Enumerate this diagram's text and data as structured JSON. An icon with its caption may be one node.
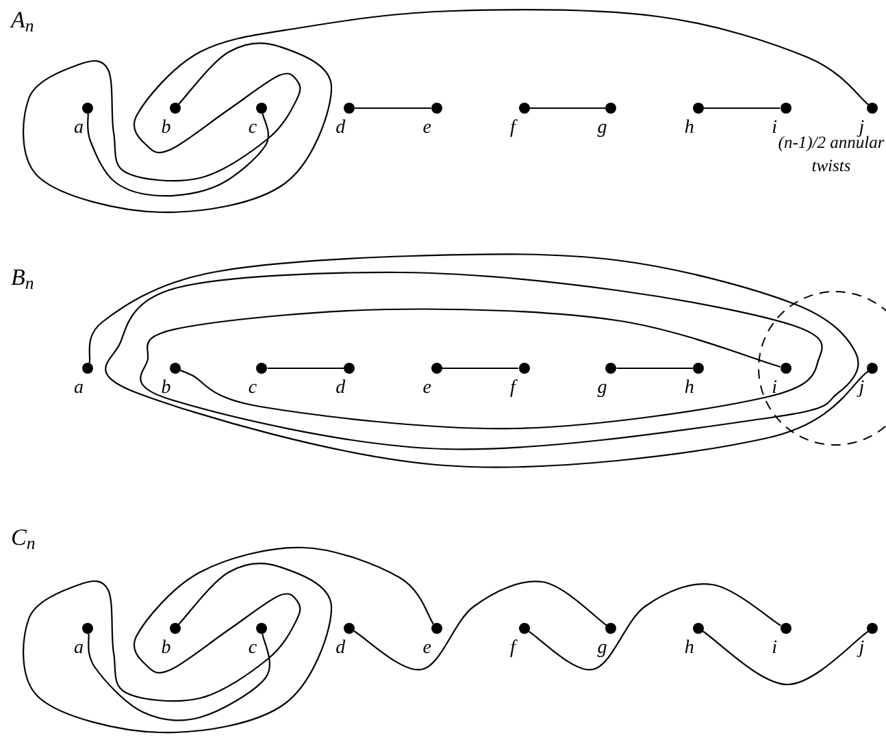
{
  "diagram": {
    "nodes": [
      {
        "text": [],
        "shape": "circle",
        "beside": [
          "a"
        ]
      },
      {
        "text": [],
        "shape": "circle",
        "beside": [
          "b"
        ]
      },
      {
        "text": [],
        "shape": "circle",
        "beside": [
          "c"
        ]
      },
      {
        "text": [],
        "shape": "circle",
        "beside": [
          "d"
        ]
      },
      {
        "text": [],
        "shape": "circle",
        "beside": [
          "e"
        ]
      },
      {
        "text": [],
        "shape": "circle",
        "beside": [
          "f"
        ]
      },
      {
        "text": [],
        "shape": "circle",
        "beside": [
          "g"
        ]
      },
      {
        "text": [],
        "shape": "circle",
        "beside": [
          "h"
        ]
      },
      {
        "text": [],
        "shape": "circle",
        "beside": [
          "i"
        ]
      },
      {
        "text": [],
        "shape": "circle",
        "beside": [
          "j"
        ]
      },
      {
        "text": [],
        "shape": "circle",
        "beside": [
          "a"
        ]
      },
      {
        "text": [],
        "shape": "circle",
        "beside": [
          "b"
        ]
      },
      {
        "text": [],
        "shape": "circle",
        "beside": [
          "c"
        ]
      },
      {
        "text": [],
        "shape": "circle",
        "beside": [
          "d"
        ]
      },
      {
        "text": [],
        "shape": "circle",
        "beside": [
          "e"
        ]
      },
      {
        "text": [],
        "shape": "circle",
        "beside": [
          "f"
        ]
      },
      {
        "text": [],
        "shape": "circle",
        "beside": [
          "g"
        ]
      },
      {
        "text": [],
        "shape": "circle",
        "beside": [
          "h"
        ]
      },
      {
        "text": [],
        "shape": "circle",
        "beside": [
          "i"
        ]
      },
      {
        "text": [],
        "shape": "circle",
        "beside": [
          "j"
        ]
      },
      {
        "text": [],
        "shape": "circle",
        "beside": [
          "a"
        ]
      },
      {
        "text": [],
        "shape": "circle",
        "beside": [
          "b"
        ]
      },
      {
        "text": [],
        "shape": "circle",
        "beside": [
          "c"
        ]
      },
      {
        "text": [],
        "shape": "circle",
        "beside": [
          "d"
        ]
      },
      {
        "text": [],
        "shape": "circle",
        "beside": [
          "e"
        ]
      },
      {
        "text": [],
        "shape": "circle",
        "beside": [
          "f"
        ]
      },
      {
        "text": [],
        "shape": "circle",
        "beside": [
          "g"
        ]
      },
      {
        "text": [],
        "shape": "circle",
        "beside": [
          "h"
        ]
      },
      {
        "text": [],
        "shape": "circle",
        "beside": [
          "i"
        ]
      },
      {
        "text": [],
        "shape": "circle",
        "beside": [
          "j"
        ]
      }
    ],
    "edges": [
      {
        "from": 0,
        "to": 2,
        "arrow": "none"
      },
      {
        "from": 1,
        "to": 9,
        "arrow": "none"
      },
      {
        "from": 3,
        "to": 4,
        "arrow": "none"
      },
      {
        "from": 5,
        "to": 6,
        "arrow": "none"
      },
      {
        "from": 7,
        "to": 8,
        "arrow": "none"
      },
      {
        "from": 10,
        "to": 18,
        "arrow": "none"
      },
      {
        "from": 11,
        "to": 19,
        "arrow": "none"
      },
      {
        "from": 12,
        "to": 13,
        "arrow": "none"
      },
      {
        "from": 14,
        "to": 15,
        "arrow": "none"
      },
      {
        "from": 16,
        "to": 17,
        "arrow": "none"
      },
      {
        "from": 20,
        "to": 22,
        "arrow": "none"
      },
      {
        "from": 21,
        "to": 24,
        "arrow": "none"
      },
      {
        "from": 23,
        "to": 26,
        "arrow": "none"
      },
      {
        "from": 25,
        "to": 28,
        "arrow": "none"
      },
      {
        "from": 27,
        "to": 29,
        "arrow": "none"
      }
    ],
    "labels": [
      "A$_{n}$",
      "B$_{n}$",
      "(n-1)/2 annular twists",
      "C$_{n}$"
    ]
  }
}
